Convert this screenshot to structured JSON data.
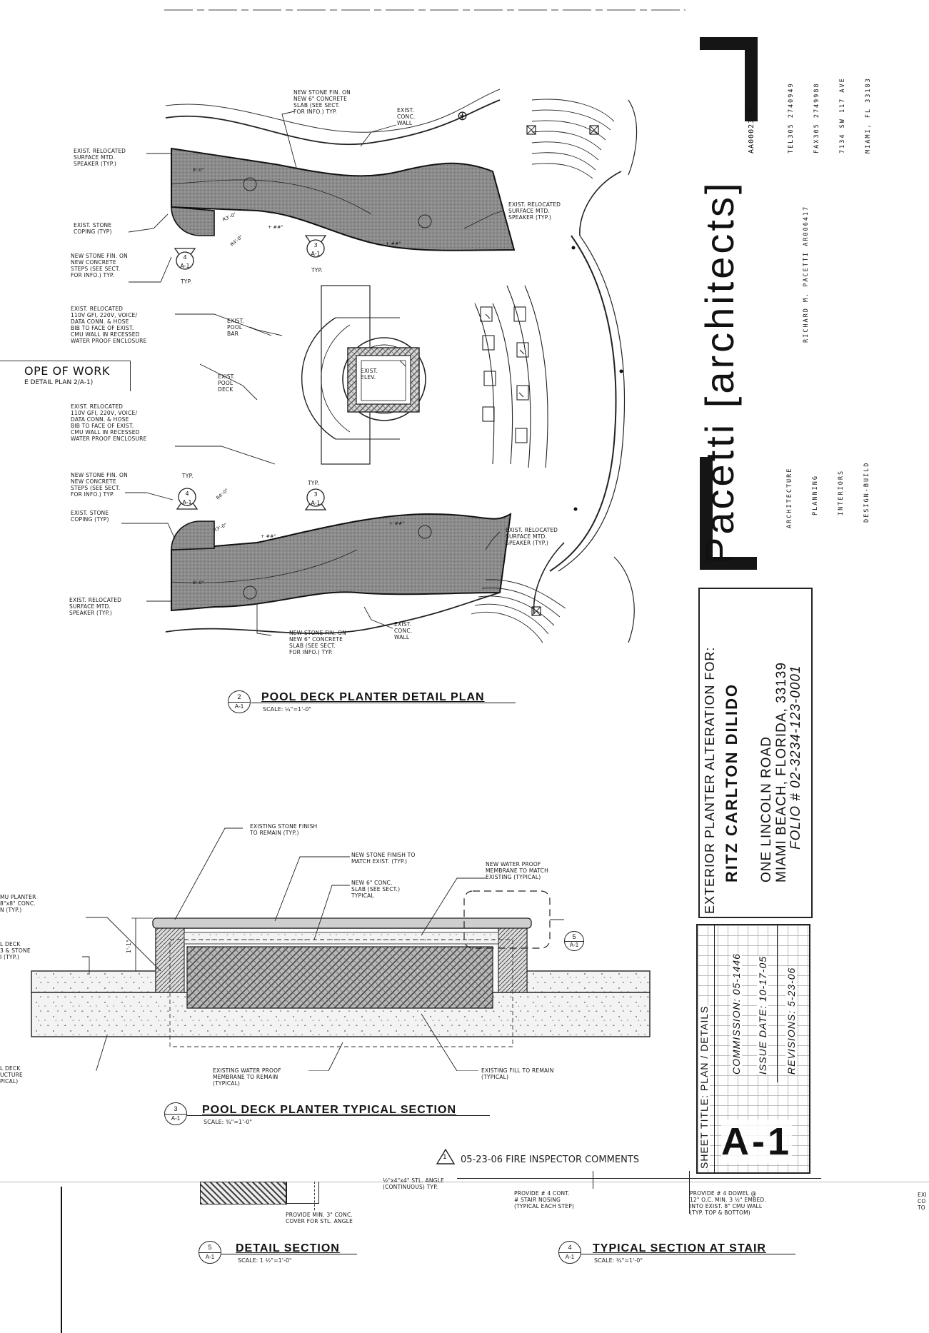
{
  "firm": {
    "name_primary": "Pacetti",
    "name_secondary": "[architects]",
    "license": "AA0002339",
    "services": [
      "ARCHITECTURE",
      "PLANNING",
      "INTERIORS",
      "DESIGN-BUILD"
    ],
    "principal": "RICHARD M. PACETTI   AR006417",
    "contact": [
      "TEL305 2740949",
      "FAX305 2749988",
      "7134 SW 117 AVE",
      "MIAMI, FL 33183"
    ]
  },
  "project": {
    "heading": "EXTERIOR PLANTER ALTERATION FOR:",
    "client": "RITZ CARLTON DILIDO",
    "address1": "ONE LINCOLN ROAD",
    "address2": "MIAMI BEACH, FLORIDA, 33139",
    "folio": "FOLIO # 02-3234-123-0001"
  },
  "sheet": {
    "title": "SHEET TITLE:  PLAN / DETAILS",
    "commission": "COMMISSION:  05-1446",
    "issue_date": "ISSUE DATE:   10-17-05",
    "revisions": "REVISIONS:   5-23-06",
    "number": "A-1"
  },
  "plan": {
    "title": "POOL DECK PLANTER DETAIL PLAN",
    "bubble_num": "2",
    "bubble_sheet": "A-1",
    "scale": "SCALE: ¼\"=1'-0\"",
    "scope_of_work": "OPE OF WORK",
    "scope_ref": "E DETAIL PLAN 2/A-1)",
    "notes": {
      "n_top_stone": "NEW STONE FIN. ON\nNEW 6\" CONCRETE\nSLAB (SEE SECT.\nFOR INFO.) TYP.",
      "n_exist_wall_top": "EXIST.\nCONC.\nWALL",
      "n_speaker_tl": "EXIST. RELOCATED\nSURFACE MTD.\nSPEAKER (TYP.)",
      "n_coping_top": "EXIST. STONE\nCOPING (TYP)",
      "n_steps_top": "NEW STONE FIN. ON\nNEW CONCRETE\nSTEPS (SEE SECT.\nFOR INFO.) TYP.",
      "n_speaker_tr": "EXIST. RELOCATED\nSURFACE MTD.\nSPEAKER (TYP.)",
      "n_gfi_top": "EXIST. RELOCATED\n110V GFI, 220V, VOICE/\nDATA CONN. & HOSE\nBIB TO FACE OF EXIST.\nCMU WALL IN RECESSED\nWATER PROOF ENCLOSURE",
      "n_pool_bar": "EXIST.\nPOOL\nBAR",
      "n_pool_deck": "EXIST.\nPOOL\nDECK",
      "n_elev": "EXIST.\nELEV.",
      "n_gfi_bot": "EXIST. RELOCATED\n110V GFI, 220V, VOICE/\nDATA CONN. & HOSE\nBIB TO FACE OF EXIST.\nCMU WALL IN RECESSED\nWATER PROOF ENCLOSURE",
      "n_steps_bot": "NEW STONE FIN. ON\nNEW CONCRETE\nSTEPS (SEE SECT.\nFOR INFO.) TYP.",
      "n_coping_bot": "EXIST. STONE\nCOPING (TYP)",
      "n_speaker_br": "EXIST. RELOCATED\nSURFACE MTD.\nSPEAKER (TYP.)",
      "n_speaker_bl": "EXIST. RELOCATED\nSURFACE MTD.\nSPEAKER (TYP.)",
      "n_bot_stone": "NEW STONE FIN. ON\nNEW 6\" CONCRETE\nSLAB (SEE SECT.\nFOR INFO.) TYP.",
      "n_exist_wall_bot": "EXIST.\nCONC.\nWALL",
      "typ1": "TYP.",
      "typ2": "TYP.",
      "typ3": "TYP.",
      "typ4": "TYP."
    }
  },
  "section": {
    "title": "POOL DECK PLANTER TYPICAL SECTION",
    "bubble_num": "3",
    "bubble_sheet": "A-1",
    "scale": "SCALE: ¾\"=1'-0\"",
    "notes": {
      "s_exist_stone": "EXISTING STONE FINISH\nTO REMAIN (TYP.)",
      "s_new_stone": "NEW STONE FINISH TO\nMATCH EXIST. (TYP.)",
      "s_new_slab": "NEW 6\" CONC.\nSLAB (SEE SECT.)\nTYPICAL",
      "s_membrane": "NEW WATER PROOF\nMEMBRANE TO MATCH\nEXISTING (TYPICAL)",
      "s_cmu": "MU PLANTER\n8\"x8\" CONC.\nN (TYP.)",
      "s_deck": "L DECK\n3 & STONE\nI (TYP.)",
      "s_deck2": "L DECK\nUCTURE\nPICAL)",
      "s_exist_membrane": "EXISTING WATER PROOF\nMEMBRANE TO REMAIN\n(TYPICAL)",
      "s_fill": "EXISTING FILL TO REMAIN\n(TYPICAL)",
      "dim": "1'-1\""
    }
  },
  "revision_note": {
    "num": "1",
    "text": "05-23-06 FIRE INSPECTOR COMMENTS"
  },
  "bottom": {
    "angle_note": "½\"x4\"x4\" STL. ANGLE\n(CONTINUOUS) TYP.",
    "cover_note": "PROVIDE MIN. 3\" CONC.\nCOVER FOR STL. ANGLE",
    "nosing_note": "PROVIDE # 4 CONT.\n# STAIR NOSING\n(TYPICAL EACH STEP)",
    "dowel_note": "PROVIDE # 4 DOWEL @\n12\" O.C. MIN. 3 ½\" EMBED.\nINTO EXIST. 8\" CMU WALL\n(TYP. TOP & BOTTOM)",
    "edge_note": "EXI\nCO\nTO",
    "detail_title": "DETAIL SECTION",
    "detail_num": "5",
    "detail_sheet": "A-1",
    "detail_scale": "SCALE: 1 ½\"=1'-0\"",
    "stair_title": "TYPICAL SECTION AT STAIR",
    "stair_num": "4",
    "stair_sheet": "A-1",
    "stair_scale": "SCALE: ¾\"=1'-0\""
  }
}
